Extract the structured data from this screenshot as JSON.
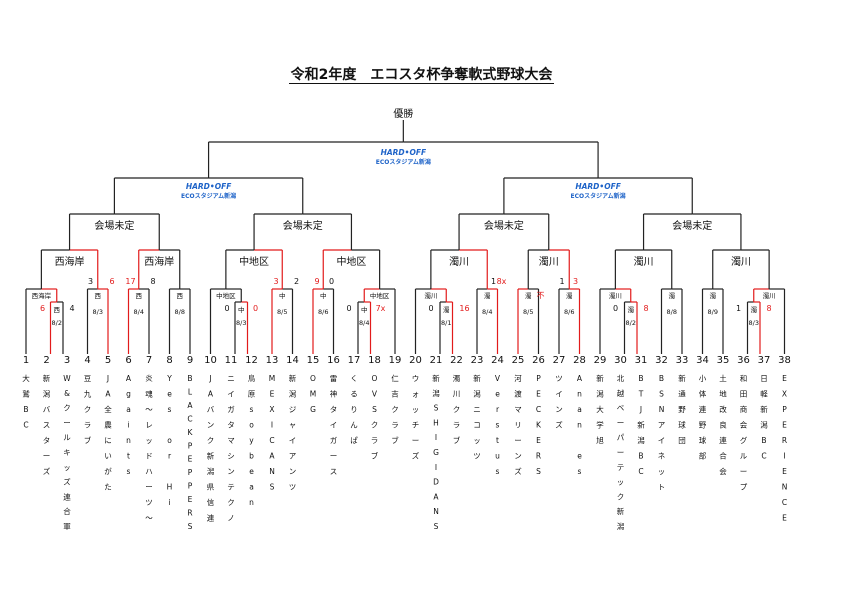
{
  "title": "令和2年度　エコスタ杯争奪軟式野球大会",
  "final_label": "優勝",
  "logo": {
    "line1": "HARD•OFF",
    "line2": "ECOスタジアム新潟"
  },
  "qf_venue": "会場未定",
  "r3_venues": [
    "西海岸",
    "西海岸",
    "中地区",
    "中地区",
    "濁川",
    "濁川",
    "濁川",
    "濁川"
  ],
  "r2_venues": [
    "西海岸",
    "西",
    "西",
    "西",
    "中地区",
    "中",
    "中",
    "中地区",
    "濁川",
    "濁",
    "濁",
    "濁",
    "濁",
    "濁川",
    "濁",
    "濁",
    "濁",
    "濁",
    "濁",
    "濁川"
  ],
  "r2_dates": [
    "8/2",
    "8/3",
    "8/4",
    "8/8",
    "8/3",
    "8/5",
    "8/6",
    "8/4",
    "8/1",
    "8/4",
    "8/5",
    "8/6",
    "8/2",
    "8/8",
    "8/9",
    "8/3"
  ],
  "team_numbers": [
    "1",
    "2",
    "3",
    "4",
    "5",
    "6",
    "7",
    "8",
    "9",
    "10",
    "11",
    "12",
    "13",
    "14",
    "15",
    "16",
    "17",
    "18",
    "19",
    "20",
    "21",
    "22",
    "23",
    "24",
    "25",
    "26",
    "27",
    "28",
    "29",
    "30",
    "31",
    "32",
    "33",
    "34",
    "35",
    "36",
    "37",
    "38"
  ],
  "teams": [
    "大鷲BC",
    "新潟バスターズ",
    "W&クールキッズ連合軍",
    "豆九クラブ",
    "JA全農にいがた",
    "Againts",
    "炎魂〜レッドハーツ〜",
    "Yes or Hi",
    "BLACKPEPPERS",
    "JAバンク新潟県信連",
    "ニイガタマシンテクノ",
    "鳥原soybean",
    "MEXICANS",
    "新潟ジャイアンツ",
    "OMG",
    "雷神タイガース",
    "くるりんぱ",
    "OVSクラブ",
    "仁吉クラブ",
    "ウォッチーズ",
    "新潟SHIGIDANS",
    "濁川クラブ",
    "新潟ニコッツ",
    "Verstus",
    "河渡マリーンズ",
    "PECKERS",
    "ツインズ",
    "Anan es",
    "新潟大学旭",
    "北越ベーパーテック新潟",
    "BTJ新潟BC",
    "BSNアイネット",
    "新通野球団",
    "小体連野球部",
    "土地改良連合会",
    "和田商会グループ",
    "日軽新潟BC",
    "EXPERIENCE"
  ],
  "scores": {
    "g_3_4": [
      "3",
      "6"
    ],
    "g_6_7": [
      "17",
      "8"
    ],
    "g_12_13": [
      "3",
      "2"
    ],
    "g_15_16": [
      "9",
      "0"
    ],
    "g_23_24": [
      "1",
      "8x"
    ],
    "g_27_28": [
      "1",
      "3"
    ],
    "g_2_3": [
      "6",
      "4"
    ],
    "g_11_12": [
      "0",
      "0"
    ],
    "g_17_18": [
      "0",
      "7x"
    ],
    "g_21_22": [
      "0",
      "16"
    ],
    "g_25_26": [
      "不",
      ""
    ],
    "g_30_31": [
      "0",
      "8"
    ],
    "g_36_37": [
      "1",
      "8"
    ]
  },
  "colors": {
    "line": "#222222",
    "winner": "#e21b1b",
    "logo": "#1e63c8"
  }
}
